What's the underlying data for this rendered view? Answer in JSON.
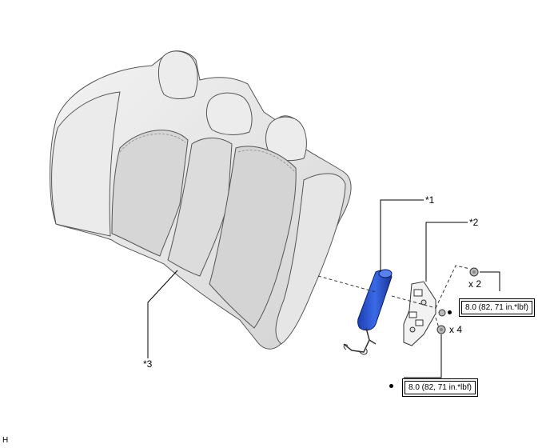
{
  "callouts": {
    "label_1": "*1",
    "label_2": "*2",
    "label_3": "*3"
  },
  "quantities": {
    "qty_upper": "x 2",
    "qty_lower": "x 4"
  },
  "torque": {
    "upper": "8.0 (82, 71 in.*lbf)",
    "lower": "8.0 (82, 71 in.*lbf)"
  },
  "figure_code": "H",
  "colors": {
    "seat_fill": "#e4e4e4",
    "seat_shadow": "#c9c9c9",
    "armrest_blue": "#2d5bd6",
    "line": "#000000"
  }
}
